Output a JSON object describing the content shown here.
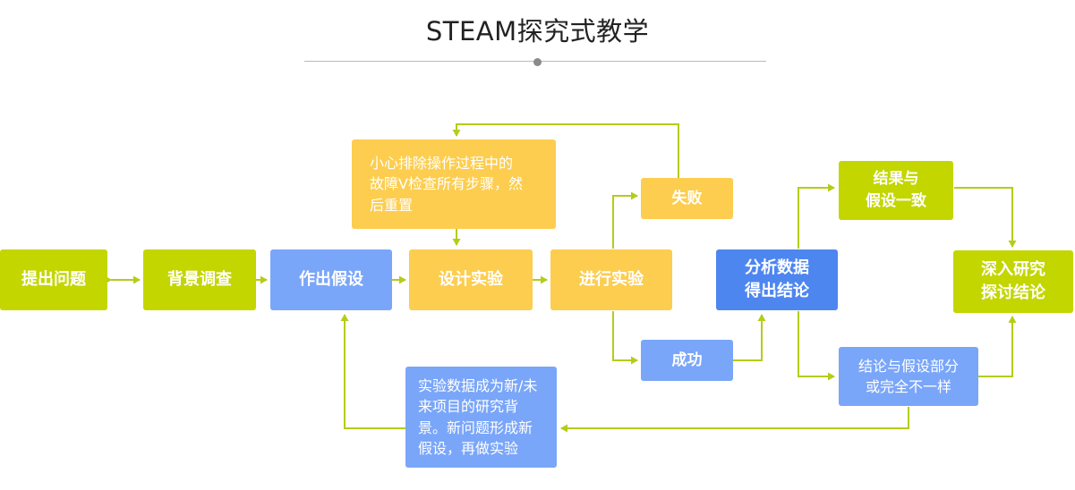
{
  "title": "STEAM探究式教学",
  "nodes": {
    "raise_question": "提出问题",
    "background_survey": "背景调查",
    "hypothesis": "作出假设",
    "design_experiment": "设计实验",
    "conduct_experiment": "进行实验",
    "troubleshoot": "小心排除操作过程中的\n故障V检查所有步骤，然\n后重置",
    "failure": "失败",
    "success": "成功",
    "analyze_data": "分析数据\n得出结论",
    "consistent_result": "结果与\n假设一致",
    "partial_result": "结论与假设部分\n或完全不一样",
    "further_research": "深入研究\n探讨结论",
    "new_background": "实验数据成为新/未\n来项目的研究背\n景。新问题形成新\n假设，再做实验"
  },
  "colors": {
    "green": "#c3d600",
    "blue": "#7aa6f9",
    "blue_dark": "#4e86f0",
    "yellow": "#fccd4f",
    "connector": "#b5cc18"
  }
}
